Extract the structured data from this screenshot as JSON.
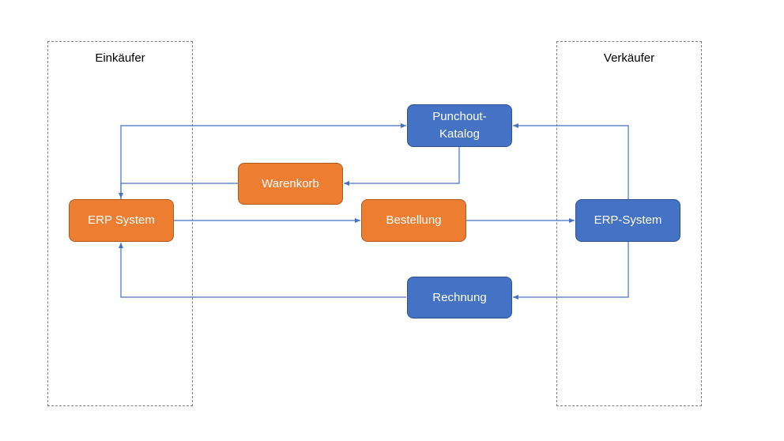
{
  "lanes": {
    "buyer": "Einkäufer",
    "seller": "Verkäufer"
  },
  "nodes": {
    "buyer_erp": "ERP System",
    "cart": "Warenkorb",
    "order": "Bestellung",
    "punchout": "Punchout-\nKatalog",
    "seller_erp": "ERP-System",
    "invoice": "Rechnung"
  },
  "colors": {
    "orange": "#ED7D31",
    "orange_border": "#AE5A21",
    "blue": "#4472C4",
    "blue_border": "#2F528F",
    "edge": "#4472C4",
    "lane_border": "#7F7F7F"
  }
}
